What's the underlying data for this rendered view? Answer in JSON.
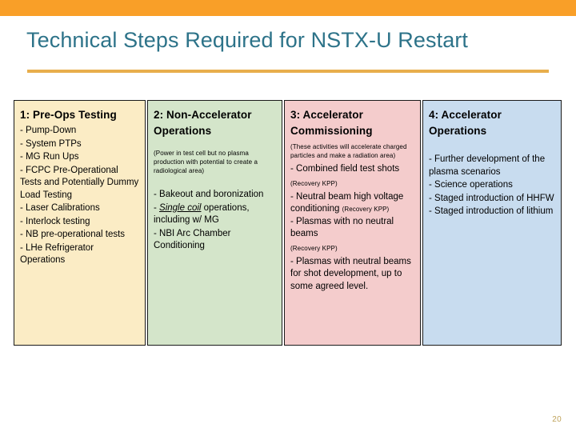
{
  "slide": {
    "title": "Technical Steps Required for NSTX-U Restart",
    "page_number": "20",
    "accent_orange": "#F99F28",
    "accent_gold": "#E8AE4C",
    "title_color": "#2D7389"
  },
  "table": {
    "columns": [
      {
        "header": "1: Pre-Ops Testing",
        "fill": "#FBECC5",
        "note": "",
        "items": [
          "- Pump-Down",
          "- System PTPs",
          "- MG Run Ups",
          "- FCPC Pre-Operational Tests and Potentially Dummy Load Testing",
          "- Laser Calibrations",
          "- Interlock testing",
          "- NB pre-operational tests",
          "- LHe Refrigerator Operations"
        ]
      },
      {
        "header": "2: Non-Accelerator Operations",
        "fill": "#D4E5CA",
        "note": "(Power in test cell but no plasma production with potential to create a radiological area)",
        "items_rich": [
          {
            "pre": " - Bakeout and boronization",
            "emph": "",
            "post": ""
          },
          {
            "pre": " - ",
            "emph": "Single coil",
            "post": " operations, including w/ MG"
          },
          {
            "pre": " - NBI Arc Chamber Conditioning",
            "emph": "",
            "post": ""
          }
        ]
      },
      {
        "header": "3: Accelerator Commissioning",
        "fill": "#F4CCCC",
        "note": "(These activities will accelerate charged particles and make a radiation area)",
        "entries": [
          {
            "text": " - Combined field test shots",
            "kpp_after": "",
            "kpp_below": "(Recovery KPP)"
          },
          {
            "text": " - Neutral beam high voltage conditioning ",
            "kpp_after": "(Recovery KPP)",
            "kpp_below": ""
          },
          {
            "text": " - Plasmas with no neutral beams",
            "kpp_after": "",
            "kpp_below": "(Recovery KPP)"
          },
          {
            "text": " - Plasmas with neutral beams for shot development, up to some agreed level.",
            "kpp_after": "",
            "kpp_below": ""
          }
        ]
      },
      {
        "header": "4: Accelerator Operations",
        "fill": "#C8DCEF",
        "note": "",
        "items": [
          " - Further development of the plasma scenarios",
          " - Science operations",
          " - Staged introduction of HHFW",
          " - Staged introduction of lithium"
        ]
      }
    ]
  }
}
